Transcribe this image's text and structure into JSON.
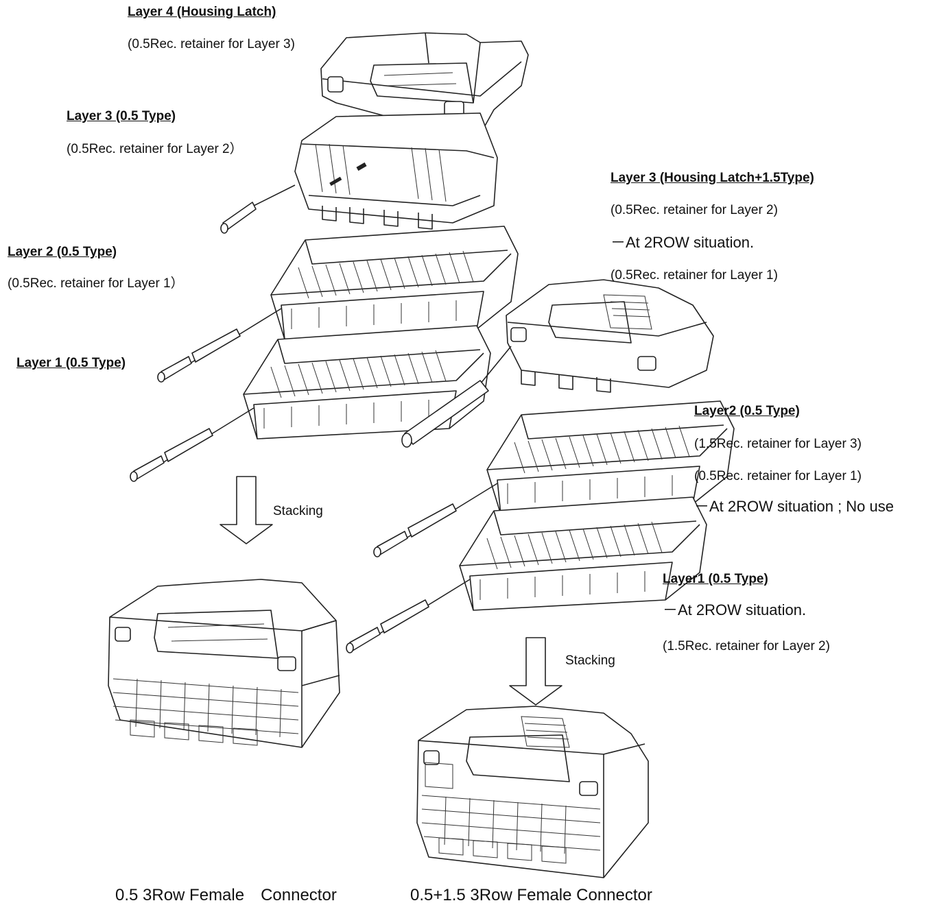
{
  "left": {
    "layer4": {
      "title": "Layer 4 (Housing Latch)",
      "note": "(0.5Rec. retainer for Layer 3)"
    },
    "layer3": {
      "title": "Layer 3 (0.5 Type)",
      "note": "(0.5Rec. retainer for Layer 2）"
    },
    "layer2": {
      "title": "Layer 2 (0.5 Type)",
      "note": "(0.5Rec. retainer for Layer 1）"
    },
    "layer1": {
      "title": "Layer 1 (0.5 Type)"
    },
    "arrow_label": "Stacking",
    "caption": "0.5 3Row Female　Connector"
  },
  "right": {
    "layer3": {
      "title": "Layer 3 (Housing Latch+1.5Type)",
      "note1": "(0.5Rec. retainer for Layer 2)",
      "note2": "－At 2ROW situation.",
      "note3": "(0.5Rec. retainer for Layer 1)"
    },
    "layer2": {
      "title": "Layer2 (0.5 Type)",
      "note1": "(1.5Rec. retainer for Layer 3)",
      "note2": "(0.5Rec. retainer for Layer 1)",
      "note3": "－At 2ROW situation ; No use"
    },
    "layer1": {
      "title": "Layer1 (0.5 Type)",
      "note1": "－At 2ROW situation.",
      "note2": "(1.5Rec. retainer for Layer 2)"
    },
    "arrow_label": "Stacking",
    "caption": "0.5+1.5 3Row Female Connector"
  }
}
